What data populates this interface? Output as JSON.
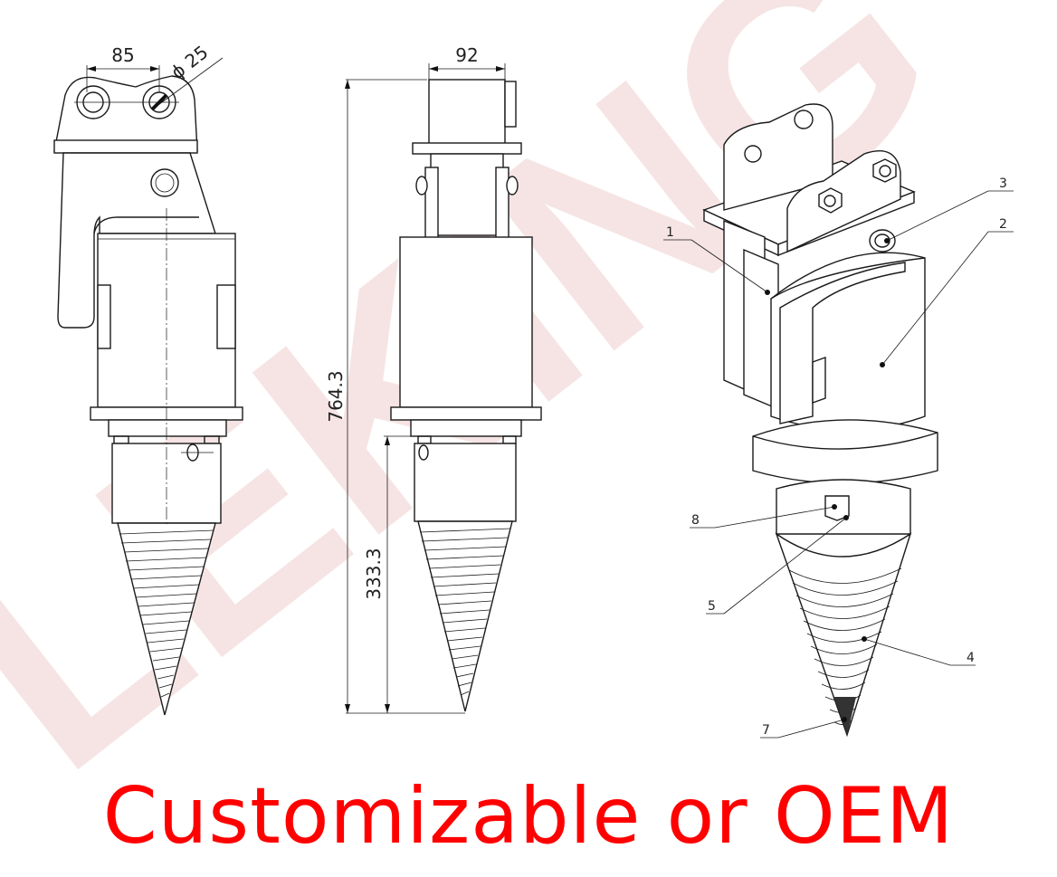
{
  "colors": {
    "caption": "#ff0000",
    "watermark": "#f5dede",
    "watermark_accent": "#f8cfcf",
    "line": "#1a1a1a"
  },
  "watermark": {
    "text": "LEKING"
  },
  "dimensions": {
    "pin_spacing": "85",
    "pin_diameter": "ϕ 25",
    "bracket_width": "92",
    "overall_height": "764.3",
    "cone_height": "333.3"
  },
  "callouts": [
    "1",
    "2",
    "3",
    "4",
    "5",
    "7",
    "8"
  ],
  "caption": {
    "text": "Customizable or OEM"
  }
}
